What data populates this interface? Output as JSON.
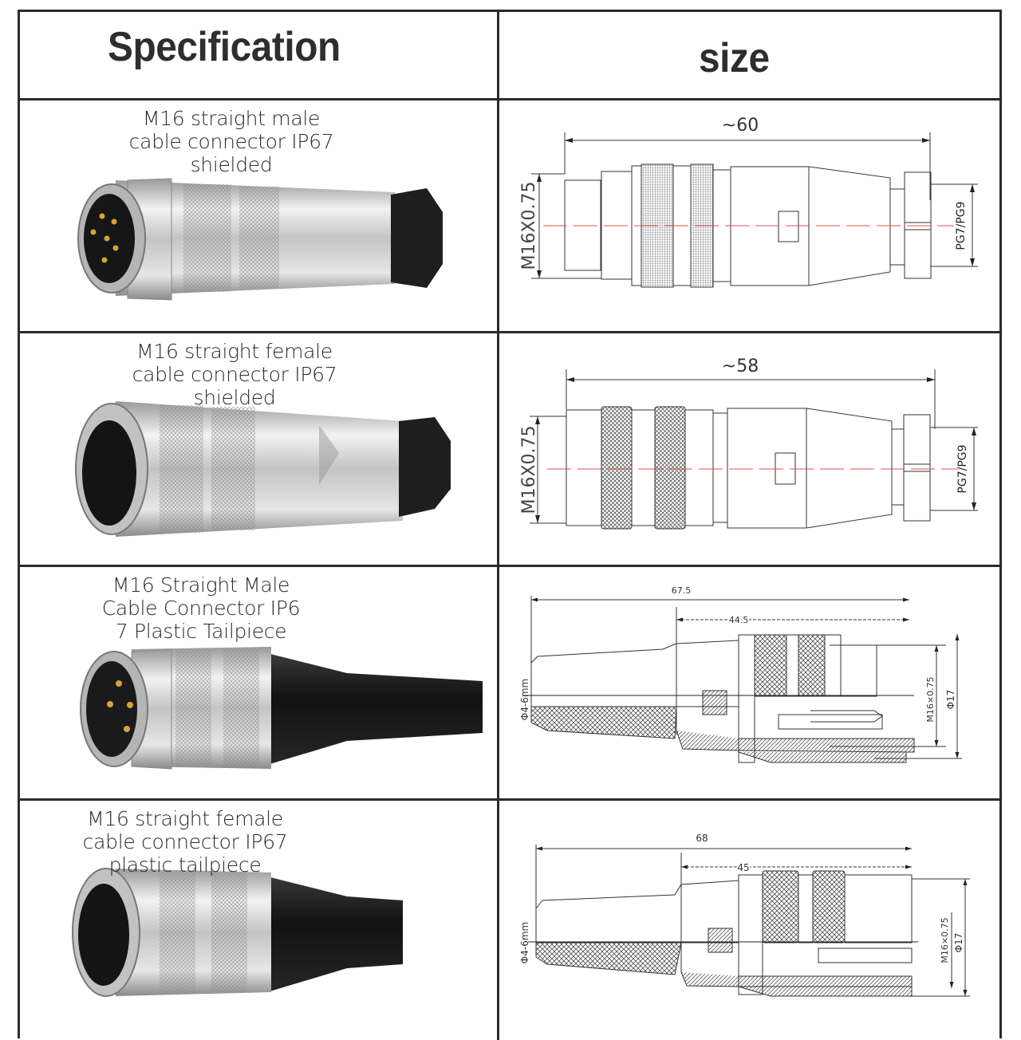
{
  "header": {
    "spec_title": "Specification",
    "size_title": "size"
  },
  "rows": [
    {
      "caption": [
        "M16 straight male",
        "cable connector IP67",
        "shielded"
      ],
      "gender": "male",
      "tail": "metal-gland",
      "drawing": {
        "length": "~60",
        "thread": "M16X0.75",
        "gland": "PG7/PG9"
      }
    },
    {
      "caption": [
        "M16 straight female",
        "cable connector IP67",
        "shielded"
      ],
      "gender": "female",
      "tail": "metal-gland",
      "drawing": {
        "length": "~58",
        "thread": "M16X0.75",
        "gland": "PG7/PG9"
      }
    },
    {
      "caption": [
        "M16 Straight Male",
        "Cable Connector IP6",
        "7 Plastic Tailpiece"
      ],
      "gender": "male",
      "tail": "plastic",
      "drawing": {
        "total_length": "67.5",
        "body_length": "44.5",
        "cable_dia": "Φ4-6mm",
        "thread": "M16×0.75",
        "outer_dia": "Φ17"
      }
    },
    {
      "caption": [
        "M16 straight female",
        "cable connector IP67",
        "plastic tailpiece"
      ],
      "gender": "female",
      "tail": "plastic",
      "drawing": {
        "total_length": "68",
        "body_length": "45",
        "cable_dia": "Φ4-6mm",
        "thread": "M16×0.75",
        "outer_dia": "Φ17"
      }
    }
  ],
  "colors": {
    "border": "#2b2b2b",
    "centerline": "#e05050",
    "metal": "#c9c9c9",
    "rubber": "#1c1c1c",
    "pin": "#d4a437"
  }
}
